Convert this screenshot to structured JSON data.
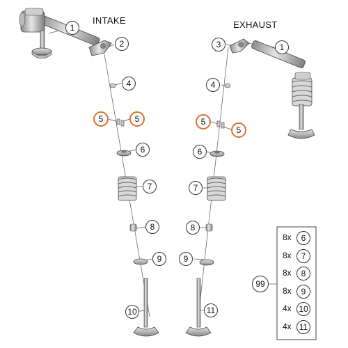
{
  "headings": {
    "intake": "INTAKE",
    "exhaust": "EXHAUST"
  },
  "callouts": {
    "intake_1": "1",
    "intake_2": "2",
    "intake_4": "4",
    "intake_5a": "5",
    "intake_5b": "5",
    "intake_6": "6",
    "intake_7": "7",
    "intake_8": "8",
    "intake_9": "9",
    "intake_10": "10",
    "exhaust_3": "3",
    "exhaust_1": "1",
    "exhaust_4": "4",
    "exhaust_5a": "5",
    "exhaust_5b": "5",
    "exhaust_6": "6",
    "exhaust_7": "7",
    "exhaust_8": "8",
    "exhaust_9": "9",
    "exhaust_11": "11"
  },
  "kit": {
    "number": "99",
    "items": [
      {
        "qty": "8x",
        "part": "6"
      },
      {
        "qty": "8x",
        "part": "7"
      },
      {
        "qty": "8x",
        "part": "8"
      },
      {
        "qty": "8x",
        "part": "9"
      },
      {
        "qty": "4x",
        "part": "10"
      },
      {
        "qty": "4x",
        "part": "11"
      }
    ]
  },
  "colors": {
    "highlight": "#e0702a",
    "line": "#333333",
    "part_fill": "#d8d8d8",
    "part_dark": "#9a9a9a"
  }
}
